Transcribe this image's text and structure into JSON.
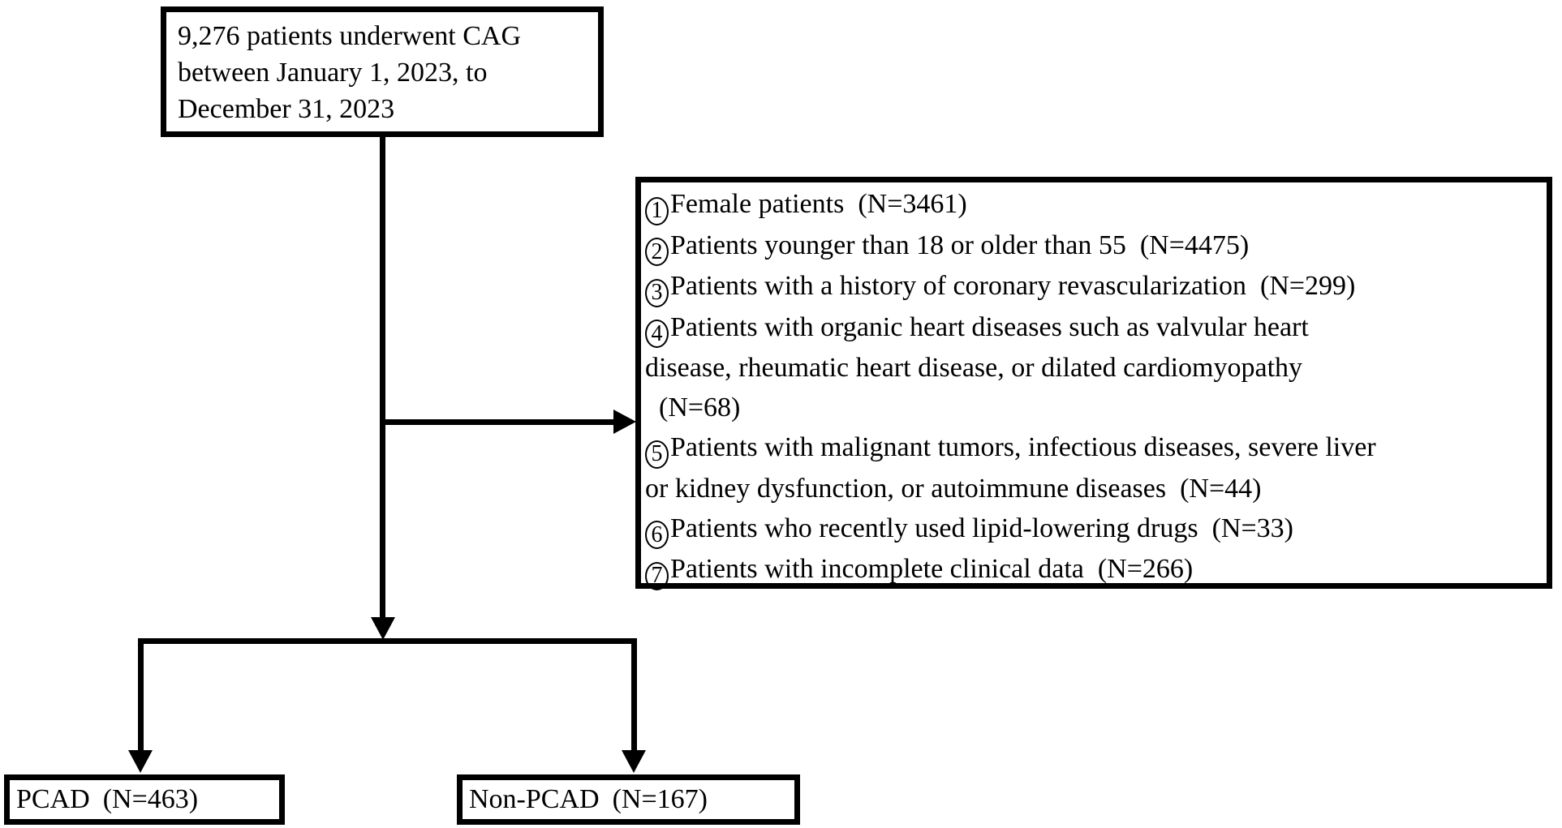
{
  "colors": {
    "line": "#000000",
    "background": "#ffffff",
    "text": "#000000"
  },
  "enrollment_box": {
    "text": "9,276 patients underwent CAG\nbetween January 1, 2023, to\nDecember 31, 2023"
  },
  "exclusion_box": {
    "items": [
      {
        "num": "1",
        "text": "Female patients (N=3461)"
      },
      {
        "num": "2",
        "text": "Patients younger than 18 or older than 55 (N=4475)"
      },
      {
        "num": "3",
        "text": "Patients with a history of coronary revascularization (N=299)"
      },
      {
        "num": "4",
        "text": "Patients with organic heart diseases such as valvular heart\ndisease, rheumatic heart disease, or dilated cardiomyopathy\n (N=68)"
      },
      {
        "num": "5",
        "text": "Patients with malignant tumors, infectious diseases, severe liver\nor kidney dysfunction, or autoimmune diseases (N=44)"
      },
      {
        "num": "6",
        "text": "Patients who recently used lipid-lowering drugs (N=33)"
      },
      {
        "num": "7",
        "text": "Patients with incomplete clinical data (N=266)"
      }
    ]
  },
  "pcad_box": {
    "label": "PCAD",
    "n": "(N=463)"
  },
  "non_pcad_box": {
    "label": "Non-PCAD",
    "n": "(N=167)"
  }
}
